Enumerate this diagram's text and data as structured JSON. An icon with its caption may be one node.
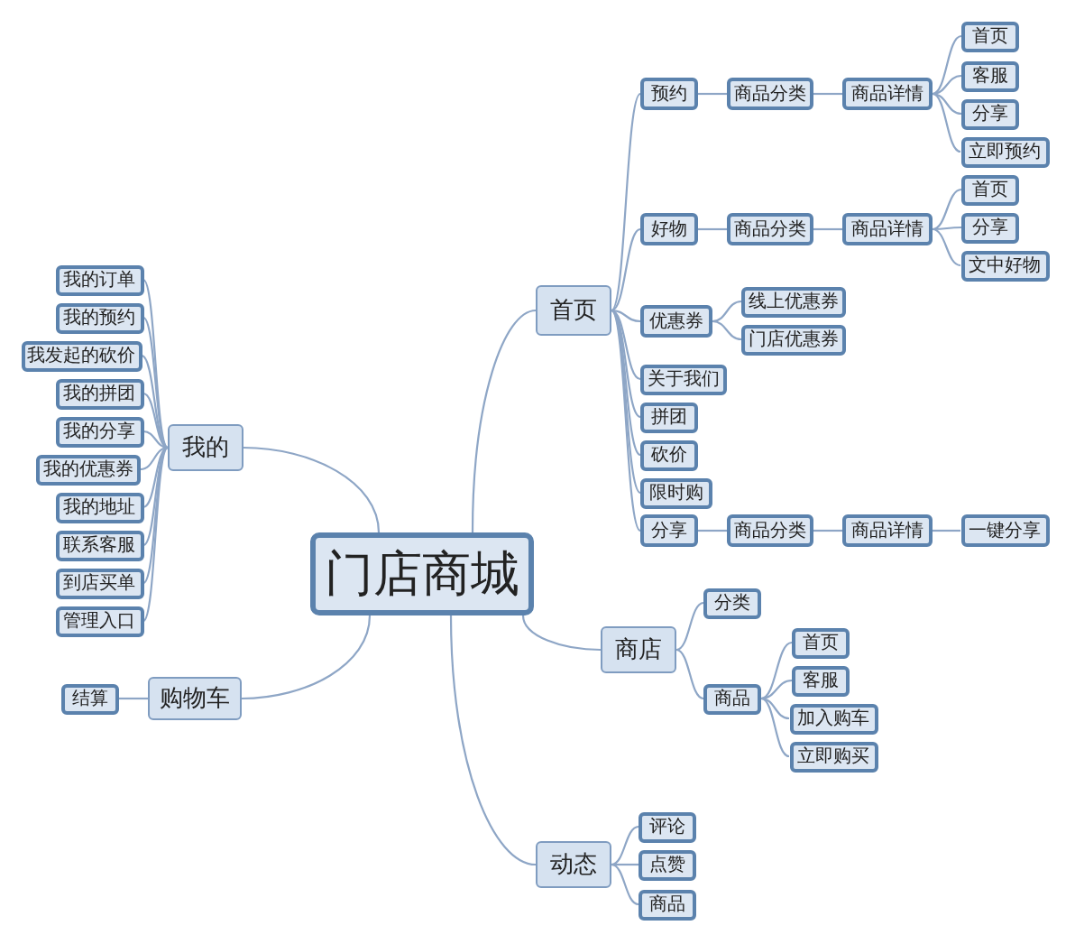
{
  "diagram": {
    "nodes": [
      {
        "text": [
          "门店商城"
        ]
      },
      {
        "text": [
          "首页"
        ]
      },
      {
        "text": [
          "预约"
        ]
      },
      {
        "text": [
          "商品分类"
        ]
      },
      {
        "text": [
          "商品详情"
        ]
      },
      {
        "text": [
          "首页"
        ]
      },
      {
        "text": [
          "客服"
        ]
      },
      {
        "text": [
          "分享"
        ]
      },
      {
        "text": [
          "立即预约"
        ]
      },
      {
        "text": [
          "好物"
        ]
      },
      {
        "text": [
          "商品分类"
        ]
      },
      {
        "text": [
          "商品详情"
        ]
      },
      {
        "text": [
          "首页"
        ]
      },
      {
        "text": [
          "分享"
        ]
      },
      {
        "text": [
          "文中好物"
        ]
      },
      {
        "text": [
          "优惠券"
        ]
      },
      {
        "text": [
          "线上优惠券"
        ]
      },
      {
        "text": [
          "门店优惠券"
        ]
      },
      {
        "text": [
          "关于我们"
        ]
      },
      {
        "text": [
          "拼团"
        ]
      },
      {
        "text": [
          "砍价"
        ]
      },
      {
        "text": [
          "限时购"
        ]
      },
      {
        "text": [
          "分享"
        ]
      },
      {
        "text": [
          "商品分类"
        ]
      },
      {
        "text": [
          "商品详情"
        ]
      },
      {
        "text": [
          "一键分享"
        ]
      },
      {
        "text": [
          "我的"
        ]
      },
      {
        "text": [
          "我的订单"
        ]
      },
      {
        "text": [
          "我的预约"
        ]
      },
      {
        "text": [
          "我发起的砍价"
        ]
      },
      {
        "text": [
          "我的拼团"
        ]
      },
      {
        "text": [
          "我的分享"
        ]
      },
      {
        "text": [
          "我的优惠券"
        ]
      },
      {
        "text": [
          "我的地址"
        ]
      },
      {
        "text": [
          "联系客服"
        ]
      },
      {
        "text": [
          "到店买单"
        ]
      },
      {
        "text": [
          "管理入口"
        ]
      },
      {
        "text": [
          "购物车"
        ]
      },
      {
        "text": [
          "结算"
        ]
      },
      {
        "text": [
          "商店"
        ]
      },
      {
        "text": [
          "分类"
        ]
      },
      {
        "text": [
          "商品"
        ]
      },
      {
        "text": [
          "首页"
        ]
      },
      {
        "text": [
          "客服"
        ]
      },
      {
        "text": [
          "加入购车"
        ]
      },
      {
        "text": [
          "立即购买"
        ]
      },
      {
        "text": [
          "动态"
        ]
      },
      {
        "text": [
          "评论"
        ]
      },
      {
        "text": [
          "点赞"
        ]
      },
      {
        "text": [
          "商品"
        ]
      }
    ],
    "edges": [
      {
        "from": 0,
        "to": 1,
        "arrow": "none"
      },
      {
        "from": 1,
        "to": 2,
        "arrow": "none"
      },
      {
        "from": 2,
        "to": 3,
        "arrow": "none"
      },
      {
        "from": 3,
        "to": 4,
        "arrow": "none"
      },
      {
        "from": 4,
        "to": 5,
        "arrow": "none"
      },
      {
        "from": 4,
        "to": 6,
        "arrow": "none"
      },
      {
        "from": 4,
        "to": 7,
        "arrow": "none"
      },
      {
        "from": 4,
        "to": 8,
        "arrow": "none"
      },
      {
        "from": 1,
        "to": 9,
        "arrow": "none"
      },
      {
        "from": 9,
        "to": 10,
        "arrow": "none"
      },
      {
        "from": 10,
        "to": 11,
        "arrow": "none"
      },
      {
        "from": 11,
        "to": 12,
        "arrow": "none"
      },
      {
        "from": 11,
        "to": 13,
        "arrow": "none"
      },
      {
        "from": 11,
        "to": 14,
        "arrow": "none"
      },
      {
        "from": 1,
        "to": 15,
        "arrow": "none"
      },
      {
        "from": 15,
        "to": 16,
        "arrow": "none"
      },
      {
        "from": 15,
        "to": 17,
        "arrow": "none"
      },
      {
        "from": 1,
        "to": 18,
        "arrow": "none"
      },
      {
        "from": 1,
        "to": 19,
        "arrow": "none"
      },
      {
        "from": 1,
        "to": 20,
        "arrow": "none"
      },
      {
        "from": 1,
        "to": 21,
        "arrow": "none"
      },
      {
        "from": 1,
        "to": 22,
        "arrow": "none"
      },
      {
        "from": 22,
        "to": 23,
        "arrow": "none"
      },
      {
        "from": 23,
        "to": 24,
        "arrow": "none"
      },
      {
        "from": 24,
        "to": 25,
        "arrow": "none"
      },
      {
        "from": 0,
        "to": 26,
        "arrow": "none"
      },
      {
        "from": 26,
        "to": 27,
        "arrow": "none"
      },
      {
        "from": 26,
        "to": 28,
        "arrow": "none"
      },
      {
        "from": 26,
        "to": 29,
        "arrow": "none"
      },
      {
        "from": 26,
        "to": 30,
        "arrow": "none"
      },
      {
        "from": 26,
        "to": 31,
        "arrow": "none"
      },
      {
        "from": 26,
        "to": 32,
        "arrow": "none"
      },
      {
        "from": 26,
        "to": 33,
        "arrow": "none"
      },
      {
        "from": 26,
        "to": 34,
        "arrow": "none"
      },
      {
        "from": 26,
        "to": 35,
        "arrow": "none"
      },
      {
        "from": 26,
        "to": 36,
        "arrow": "none"
      },
      {
        "from": 0,
        "to": 37,
        "arrow": "none"
      },
      {
        "from": 37,
        "to": 38,
        "arrow": "none"
      },
      {
        "from": 0,
        "to": 39,
        "arrow": "none"
      },
      {
        "from": 39,
        "to": 40,
        "arrow": "none"
      },
      {
        "from": 39,
        "to": 41,
        "arrow": "none"
      },
      {
        "from": 41,
        "to": 42,
        "arrow": "none"
      },
      {
        "from": 41,
        "to": 43,
        "arrow": "none"
      },
      {
        "from": 41,
        "to": 44,
        "arrow": "none"
      },
      {
        "from": 41,
        "to": 45,
        "arrow": "none"
      },
      {
        "from": 0,
        "to": 46,
        "arrow": "none"
      },
      {
        "from": 46,
        "to": 47,
        "arrow": "none"
      },
      {
        "from": 46,
        "to": 48,
        "arrow": "none"
      },
      {
        "from": 46,
        "to": 49,
        "arrow": "none"
      }
    ]
  }
}
